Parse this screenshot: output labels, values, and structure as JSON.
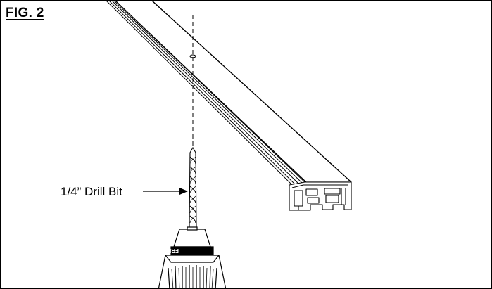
{
  "figure": {
    "label": "FIG. 2",
    "callout": "1/4” Drill Bit",
    "chuck_text": "FREL - CLOSE"
  },
  "colors": {
    "line": "#000000",
    "background": "#ffffff"
  }
}
